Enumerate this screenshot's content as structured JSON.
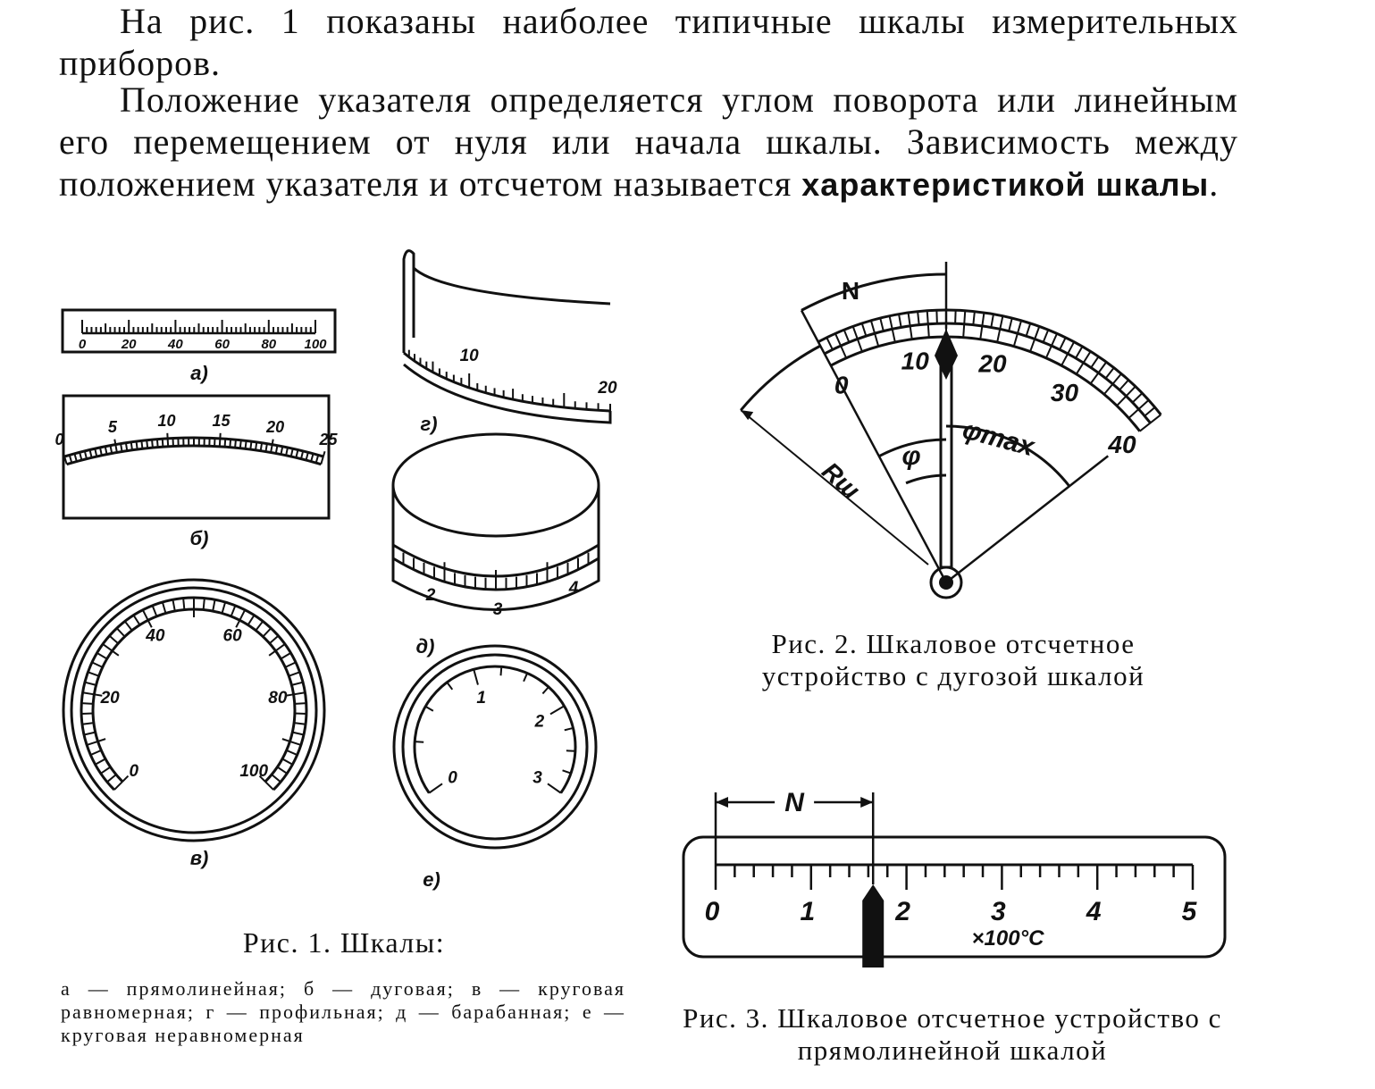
{
  "text": {
    "para1": "На рис. 1 показаны наиболее типичные шкалы измерительных приборов.",
    "para2_plain": "Положение указателя определяется углом поворота или линейным его перемещением от нуля или начала шкалы. Зависимость между положением указателя и отсчетом называется",
    "para2_bold": "характеристикой шкалы",
    "para2_end": "."
  },
  "fig1": {
    "caption": "Рис. 1. Шкалы:",
    "legend": "а — прямолинейная; б — дуговая; в — круговая равномерная; г — профильная; д — барабанная; е — круговая неравномерная",
    "labels": {
      "a": "а)",
      "b": "б)",
      "v": "в)",
      "g": "г)",
      "d": "д)",
      "e": "е)"
    },
    "scale_a": [
      "0",
      "20",
      "40",
      "60",
      "80",
      "100"
    ],
    "scale_b": [
      "0",
      "5",
      "10",
      "15",
      "20",
      "25"
    ],
    "scale_v": [
      "0",
      "20",
      "40",
      "60",
      "80",
      "100"
    ],
    "scale_g": [
      "10",
      "20"
    ],
    "scale_d": [
      "2",
      "3",
      "4"
    ],
    "scale_e": [
      "0",
      "1",
      "2",
      "3"
    ]
  },
  "fig2": {
    "caption": "Рис. 2. Шкаловое отсчетное устройство с дугозой шкалой",
    "scale": [
      "0",
      "10",
      "20",
      "30",
      "40"
    ],
    "symbols": {
      "n": "N",
      "phi": "φ",
      "phimax": "φmax",
      "r": "Rш"
    }
  },
  "fig3": {
    "caption": "Рис. 3. Шкаловое отсчетное устройство с прямолинейной шкалой",
    "scale": [
      "0",
      "1",
      "2",
      "3",
      "4",
      "5"
    ],
    "n": "N",
    "unit": "×100°C"
  }
}
